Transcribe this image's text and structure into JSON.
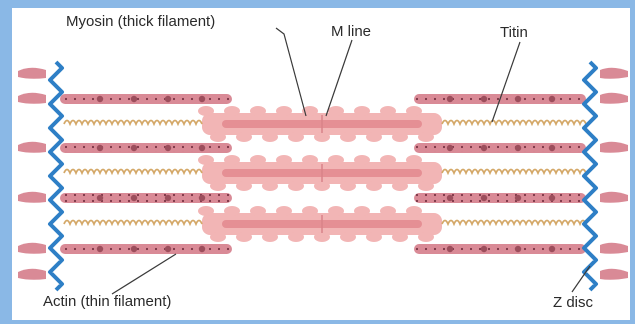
{
  "labels": {
    "myosin": "Myosin (thick filament)",
    "m_line": "M line",
    "titin": "Titin",
    "actin": "Actin (thin filament)",
    "z_disc": "Z disc"
  },
  "colors": {
    "background": "#8ab8e6",
    "panel": "#ffffff",
    "actin": "#d98a96",
    "actin_dark": "#9c4e5c",
    "myosin": "#f2b5b5",
    "myosin_core": "#e58f94",
    "titin": "#d4a868",
    "z_disc": "#2e7fc6",
    "pointer": "#3a3a3a"
  }
}
